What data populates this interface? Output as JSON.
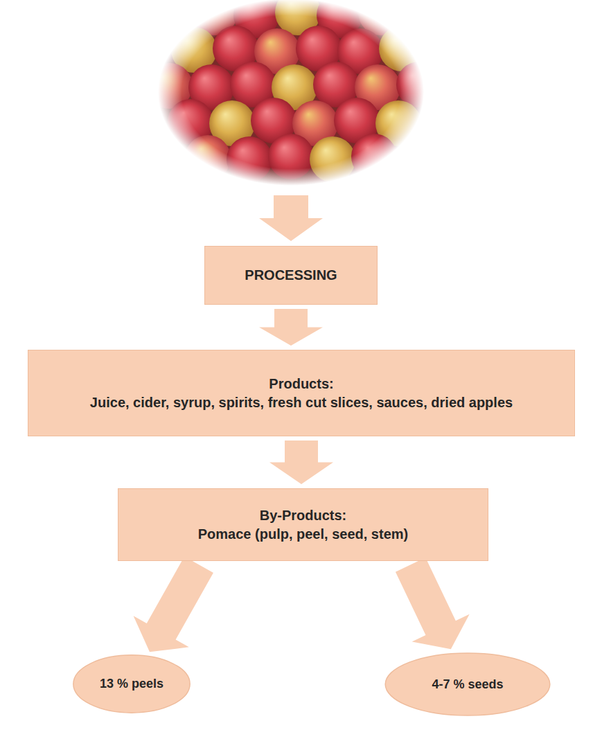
{
  "diagram": {
    "nodes": [
      {
        "text": [
          "PROCESSING"
        ]
      },
      {
        "text": [
          "Products:",
          "Juice, cider, syrup, spirits, fresh cut slices, sauces, dried apples"
        ]
      },
      {
        "text": [
          "By-Products:",
          "Pomace  (pulp, peel, seed, stem)"
        ]
      },
      {
        "text": [
          "13 % peels"
        ]
      },
      {
        "text": [
          "4-7 % seeds"
        ]
      }
    ],
    "edges": [
      {
        "from": 0,
        "to": 1,
        "arrow": "to"
      },
      {
        "from": 1,
        "to": 2,
        "arrow": "to"
      },
      {
        "from": 2,
        "to": 3,
        "arrow": "to"
      },
      {
        "from": 2,
        "to": 4,
        "arrow": "to"
      }
    ]
  }
}
